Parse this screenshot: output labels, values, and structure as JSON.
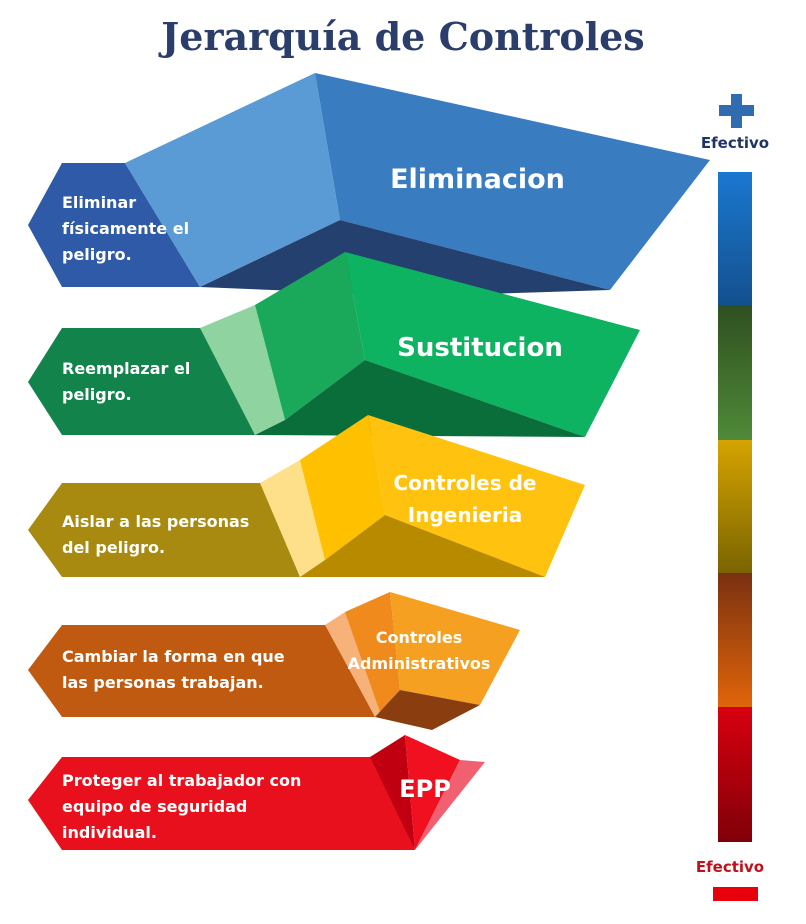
{
  "title": "Jerarquía de Controles",
  "levels": [
    {
      "label": "Eliminacion",
      "description": "Eliminar físicamente el peligro.",
      "desc_lines": [
        "Eliminar",
        "físicamente el",
        "peligro."
      ],
      "color": "#3a7cc0"
    },
    {
      "label": "Sustitucion",
      "description": "Reemplazar el peligro.",
      "desc_lines": [
        "Reemplazar el",
        "peligro."
      ],
      "color": "#0db360"
    },
    {
      "label": "Controles de Ingenieria",
      "label_lines": [
        "Controles de",
        "Ingenieria"
      ],
      "description": "Aislar a las personas del peligro.",
      "desc_lines": [
        "Aislar a las personas",
        "del peligro."
      ],
      "color": "#ffc000"
    },
    {
      "label": "Controles Administrativos",
      "label_lines": [
        "Controles",
        "Administrativos"
      ],
      "description": "Cambiar la forma en que las personas trabajan.",
      "desc_lines": [
        "Cambiar la forma en que",
        "las personas trabajan."
      ],
      "color": "#f5a020"
    },
    {
      "label": "EPP",
      "description": "Proteger al trabajador con equipo de seguridad individual.",
      "desc_lines": [
        "Proteger al trabajador con",
        "equipo de seguridad",
        "individual."
      ],
      "color": "#f01020"
    }
  ],
  "scale": {
    "top_label": "Efectivo",
    "top_icon": "plus-icon",
    "bottom_label": "Efectivo",
    "bottom_icon": "minus-icon",
    "colors": [
      "#1a6fc0",
      "#3f6a2c",
      "#c49a00",
      "#b05010",
      "#c00010"
    ]
  }
}
